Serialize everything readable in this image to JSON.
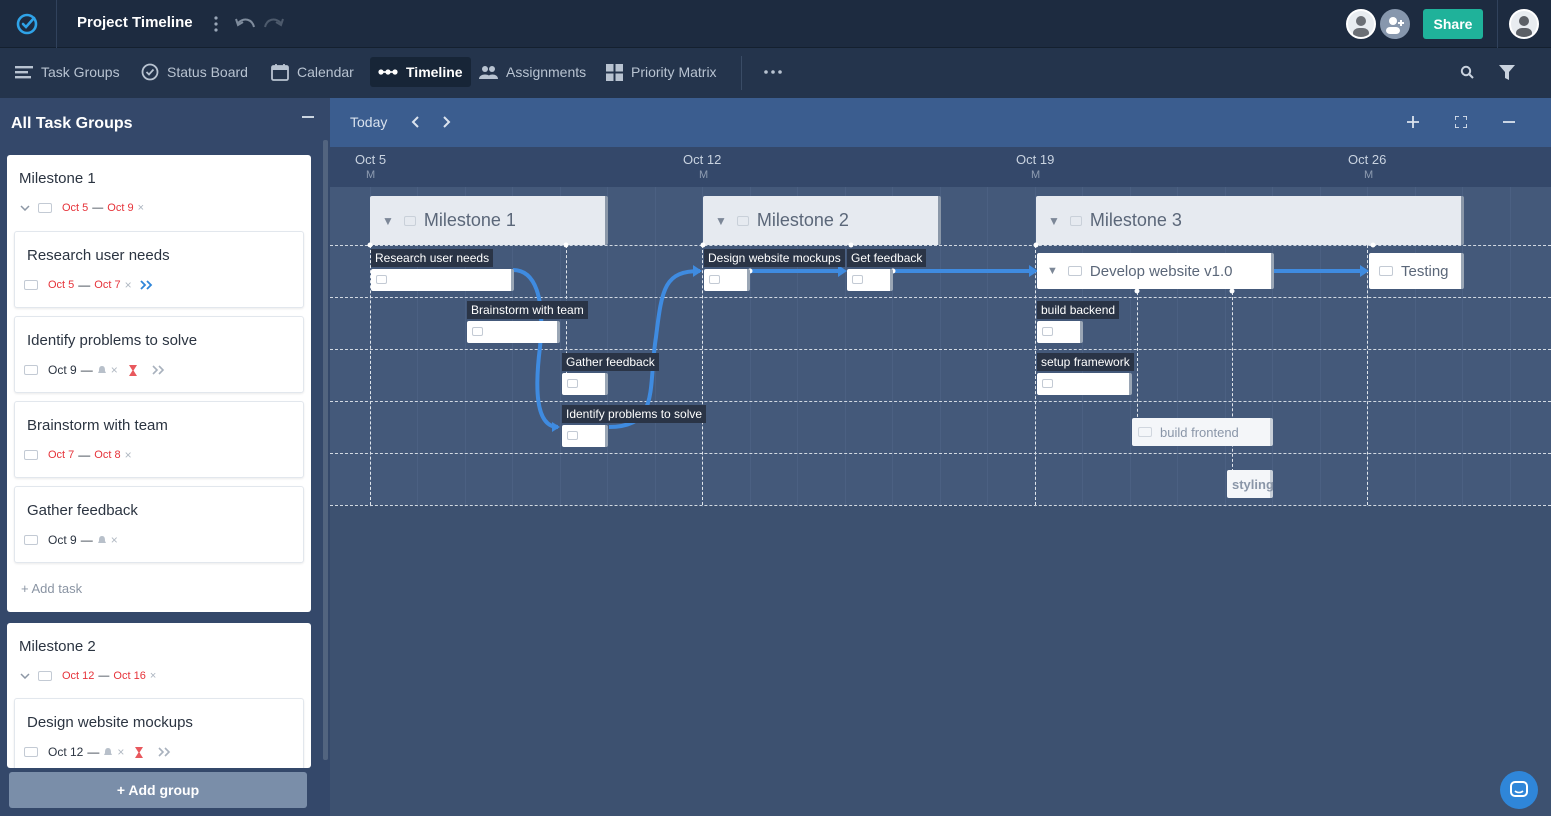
{
  "app": {
    "title": "Project Timeline",
    "share_label": "Share"
  },
  "nav": {
    "tabs": [
      {
        "label": "Task Groups",
        "icon": "list-icon"
      },
      {
        "label": "Status Board",
        "icon": "check-circle-icon"
      },
      {
        "label": "Calendar",
        "icon": "calendar-icon"
      },
      {
        "label": "Timeline",
        "icon": "timeline-icon",
        "active": true
      },
      {
        "label": "Assignments",
        "icon": "people-icon"
      },
      {
        "label": "Priority Matrix",
        "icon": "grid-icon"
      }
    ],
    "more_icon": "more-icon",
    "search_icon": "search-icon",
    "filter_icon": "filter-icon"
  },
  "sidebar": {
    "header": "All Task Groups",
    "groups": [
      {
        "name": "Milestone 1",
        "start": "Oct 5",
        "end": "Oct 9",
        "tasks": [
          {
            "title": "Research user needs",
            "start": "Oct 5",
            "end": "Oct 7"
          },
          {
            "title": "Identify problems to solve",
            "start": "Oct 9"
          },
          {
            "title": "Brainstorm with team",
            "start": "Oct 7",
            "end": "Oct 8"
          },
          {
            "title": "Gather feedback",
            "start": "Oct 9"
          }
        ],
        "add_task": "+ Add task"
      },
      {
        "name": "Milestone 2",
        "start": "Oct 12",
        "end": "Oct 16",
        "tasks": [
          {
            "title": "Design website mockups",
            "start": "Oct 12"
          }
        ]
      }
    ],
    "add_group": "+ Add group"
  },
  "timeline": {
    "today_label": "Today",
    "weeks": [
      {
        "date": "Oct 5",
        "day": "M"
      },
      {
        "date": "Oct 12",
        "day": "M"
      },
      {
        "date": "Oct 19",
        "day": "M"
      },
      {
        "date": "Oct 26",
        "day": "M"
      }
    ],
    "milestones": [
      "Milestone 1",
      "Milestone 2",
      "Milestone 3"
    ],
    "task_labels": {
      "research": "Research user needs",
      "brainstorm": "Brainstorm with team",
      "gather": "Gather feedback",
      "identify": "Identify problems to solve",
      "design": "Design website mockups",
      "getfeedback": "Get feedback",
      "develop": "Develop website v1.0",
      "testing": "Testing",
      "backend": "build backend",
      "framework": "setup framework",
      "frontend": "build frontend",
      "styling": "styling"
    }
  },
  "colors": {
    "topbar": "#1d2b40",
    "accent_share": "#1fb29a",
    "dependency_arrow": "#3f8be0",
    "overdue_red": "#e6333a"
  }
}
